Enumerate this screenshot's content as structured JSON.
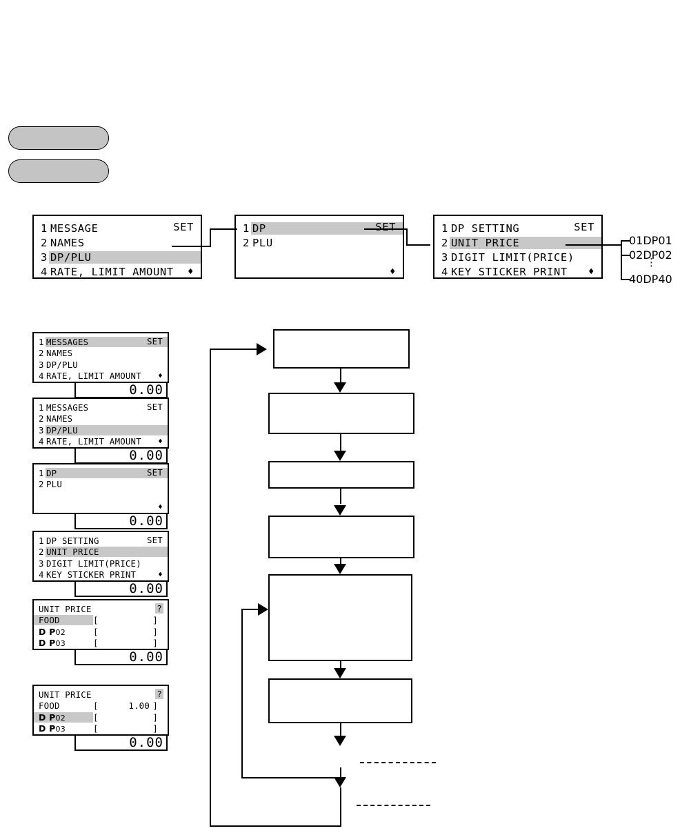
{
  "pills": [
    {
      "name": "pill-top",
      "label": ""
    },
    {
      "name": "pill-bottom",
      "label": ""
    }
  ],
  "top_flow": {
    "panel1": {
      "rows": [
        {
          "num": "1",
          "text": "MESSAGE",
          "right": "SET",
          "highlight": false
        },
        {
          "num": "2",
          "text": "NAMES",
          "right": "",
          "highlight": false
        },
        {
          "num": "3",
          "text": "DP/PLU",
          "right": "",
          "highlight": true
        },
        {
          "num": "4",
          "text": "RATE, LIMIT AMOUNT",
          "right": "arrow",
          "highlight": false
        }
      ]
    },
    "panel2": {
      "rows": [
        {
          "num": "1",
          "text": "DP",
          "right": "SET",
          "highlight": true
        },
        {
          "num": "2",
          "text": "PLU",
          "right": "",
          "highlight": false
        },
        {
          "num": "",
          "text": "",
          "right": "",
          "highlight": false
        },
        {
          "num": "",
          "text": "",
          "right": "arrow",
          "highlight": false
        }
      ]
    },
    "panel3": {
      "rows": [
        {
          "num": "1",
          "text": "DP SETTING",
          "right": "SET",
          "highlight": false
        },
        {
          "num": "2",
          "text": "UNIT PRICE",
          "right": "",
          "highlight": true
        },
        {
          "num": "3",
          "text": "DIGIT LIMIT(PRICE)",
          "right": "",
          "highlight": false
        },
        {
          "num": "4",
          "text": "KEY STICKER PRINT",
          "right": "arrow",
          "highlight": false
        }
      ]
    },
    "branches": [
      {
        "label": "01DP01"
      },
      {
        "label": "02DP02"
      },
      {
        "label": "40DP40"
      }
    ],
    "branch_ellipsis": "⋮"
  },
  "left_sequence": [
    {
      "name": "screen-messages-selected",
      "type": "menu",
      "value": "0.00",
      "rows": [
        {
          "num": "1",
          "text": "MESSAGES",
          "right": "SET",
          "highlight": true
        },
        {
          "num": "2",
          "text": "NAMES",
          "right": "",
          "highlight": false
        },
        {
          "num": "3",
          "text": "DP/PLU",
          "right": "",
          "highlight": false
        },
        {
          "num": "4",
          "text": "RATE, LIMIT AMOUNT",
          "right": "arrow",
          "highlight": false
        }
      ]
    },
    {
      "name": "screen-dpplu-selected",
      "type": "menu",
      "value": "0.00",
      "rows": [
        {
          "num": "1",
          "text": "MESSAGES",
          "right": "SET",
          "highlight": false
        },
        {
          "num": "2",
          "text": "NAMES",
          "right": "",
          "highlight": false
        },
        {
          "num": "3",
          "text": "DP/PLU",
          "right": "",
          "highlight": true
        },
        {
          "num": "4",
          "text": "RATE, LIMIT AMOUNT",
          "right": "arrow",
          "highlight": false
        }
      ]
    },
    {
      "name": "screen-dp-selected",
      "type": "menu",
      "value": "0.00",
      "rows": [
        {
          "num": "1",
          "text": "DP",
          "right": "SET",
          "highlight": true
        },
        {
          "num": "2",
          "text": "PLU",
          "right": "",
          "highlight": false
        },
        {
          "num": "",
          "text": "",
          "right": "",
          "highlight": false
        },
        {
          "num": "",
          "text": "",
          "right": "arrow",
          "highlight": false
        }
      ]
    },
    {
      "name": "screen-unit-price-selected",
      "type": "menu",
      "value": "0.00",
      "rows": [
        {
          "num": "1",
          "text": "DP SETTING",
          "right": "SET",
          "highlight": false
        },
        {
          "num": "2",
          "text": "UNIT PRICE",
          "right": "",
          "highlight": true
        },
        {
          "num": "3",
          "text": "DIGIT LIMIT(PRICE)",
          "right": "",
          "highlight": false
        },
        {
          "num": "4",
          "text": "KEY STICKER PRINT",
          "right": "arrow",
          "highlight": false
        }
      ]
    },
    {
      "name": "screen-unit-price-food",
      "type": "price",
      "title": "UNIT PRICE",
      "hint": "?",
      "value": "0.00",
      "rows": [
        {
          "label": "FOOD",
          "style": "plain",
          "price": "",
          "highlight": true
        },
        {
          "label": "DP",
          "style": "dp",
          "suffix": "02",
          "price": "",
          "highlight": false
        },
        {
          "label": "DP",
          "style": "dp",
          "suffix": "03",
          "price": "",
          "highlight": false
        }
      ]
    },
    {
      "name": "screen-unit-price-dp02",
      "type": "price",
      "title": "UNIT PRICE",
      "hint": "?",
      "value": "0.00",
      "rows": [
        {
          "label": "FOOD",
          "style": "plain",
          "price": "1.00",
          "highlight": false
        },
        {
          "label": "DP",
          "style": "dp",
          "suffix": "02",
          "price": "",
          "highlight": true
        },
        {
          "label": "DP",
          "style": "dp",
          "suffix": "03",
          "price": "",
          "highlight": false
        }
      ]
    }
  ],
  "flowchart": {
    "type": "flowchart",
    "boxes": [
      {
        "name": "flow-box-1",
        "label": ""
      },
      {
        "name": "flow-box-2",
        "label": ""
      },
      {
        "name": "flow-box-3",
        "label": ""
      },
      {
        "name": "flow-box-4",
        "label": ""
      },
      {
        "name": "flow-box-5",
        "label": ""
      },
      {
        "name": "flow-box-6",
        "label": ""
      }
    ],
    "dashed_notes": [
      {
        "name": "dashed-note-1",
        "label": ""
      },
      {
        "name": "dashed-note-2",
        "label": ""
      }
    ]
  }
}
